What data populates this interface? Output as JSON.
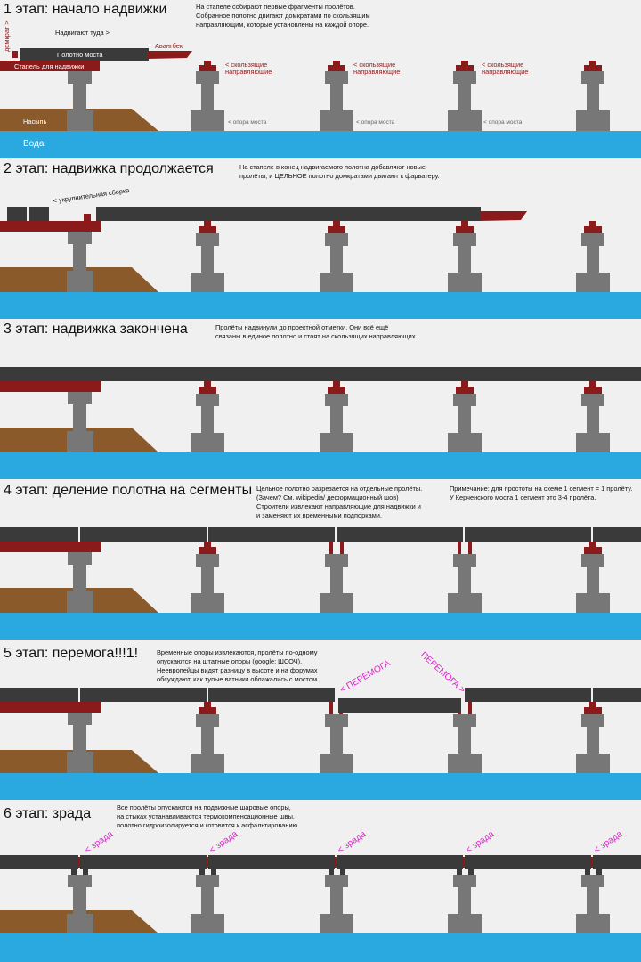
{
  "colors": {
    "background": "#f0f0f0",
    "water": "#29a9e0",
    "embankment": "#8b5a2b",
    "pier": "#777777",
    "deck": "#3a3a3a",
    "slip": "#8b1a1a",
    "magenta": "#e020d0"
  },
  "stages": [
    {
      "title": "1 этап: начало надвижки",
      "description": [
        "На стапеле собирают первые фрагменты пролётов.",
        "Собранное полотно двигают домкратами по скользящим",
        "направляющим, которые установлены на каждой опоре."
      ],
      "labels": {
        "push_direction": "Надвигают туда >",
        "deck": "Полотно моста",
        "nose": "Авангбек",
        "jack": "домкрат >",
        "slipway": "Стапель для надвижки",
        "embankment": "Насыпь",
        "water": "Вода",
        "guide": [
          "< скользящие",
          "направляющие"
        ],
        "pier": "< опора моста"
      }
    },
    {
      "title": "2 этап: надвижка продолжается",
      "description": [
        "На стапеле в конец надвигаемого полотна добавляют новые",
        "пролёты, и ЦЕЛЬНОЕ полотно домкратами двигают к фарватеру."
      ],
      "labels": {
        "assembly": "< укрупнительная сборка"
      }
    },
    {
      "title": "3 этап: надвижка закончена",
      "description": [
        "Пролёты надвинули до проектной отметки. Они всё ещё",
        "связаны в единое полотно и стоят на скользящих направляющих."
      ]
    },
    {
      "title": "4 этап: деление полотна на сегменты",
      "description": [
        "Цельное полотно разрезается на отдельные пролёты.",
        "(Зачем? См. wikipedia/ деформационный шов)",
        "Строители извлекают направляющие для надвижки и",
        "и заменяют их временными подпорками."
      ],
      "note": [
        "Примечание: для простоты на схеме 1 сегмент = 1 пролёту.",
        "У Керченского моста 1 сегмент это 3-4 пролёта."
      ]
    },
    {
      "title": "5 этап: перемога!!!1!",
      "description": [
        "Временные опоры извлекаются, пролёты по-одному",
        "опускаются на штатные опоры (google: ШСОЧ).",
        "Неевропейцы видят разницу в высоте и на форумах",
        "обсуждают, как тупые ватники облажались с мостом."
      ],
      "labels": {
        "victory_left": "< ПЕРЕМОГА",
        "victory_right": "ПЕРЕМОГА >"
      }
    },
    {
      "title": "6 этап: зрада",
      "description": [
        "Все пролёты опускаются на подвижные шаровые опоры,",
        "на стыках устанавливаются термокомпенсационные швы,",
        "полотно гидроизолируется и готовится к асфальтированию."
      ],
      "labels": {
        "betrayal": "< зрада"
      }
    }
  ]
}
